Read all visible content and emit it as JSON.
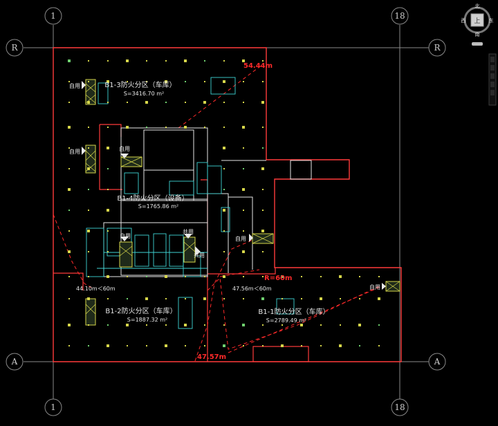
{
  "colors": {
    "background": "#000000",
    "boundary": "#ff3b3b",
    "wall": "#e8e8e8",
    "room": "#3fd4d4",
    "column": "#d6d64a",
    "grid": "#8a8a8a",
    "dimension": "#ff2a2a",
    "exit": "#d6d64a"
  },
  "grid_axes": {
    "top_left": "1",
    "top_right": "18",
    "bottom_left": "1",
    "bottom_right": "18",
    "row_top_left": "R",
    "row_top_right": "R",
    "row_bottom_left": "A",
    "row_bottom_right": "A"
  },
  "viewcube": {
    "north": "北",
    "south": "南",
    "east": "东",
    "west": "西",
    "top": "上"
  },
  "zones": [
    {
      "name": "B1-3防火分区（车库）",
      "area": "S=3416.70 m²"
    },
    {
      "name": "B1-4防火分区（设备）",
      "area": "S=1765.86 m²"
    },
    {
      "name": "B1-2防火分区（车库）",
      "area": "S=1887.32 m²"
    },
    {
      "name": "B1-1防火分区（车库）",
      "area": "S=2789.49 m²"
    }
  ],
  "exits": {
    "self_use": "自用",
    "shared": "共用"
  },
  "dimensions": {
    "d1": "54.44m",
    "d2": "R=60m",
    "d3": "47.56m＜60m",
    "d4": "44.10m＜60m",
    "d5": "47.57m"
  }
}
